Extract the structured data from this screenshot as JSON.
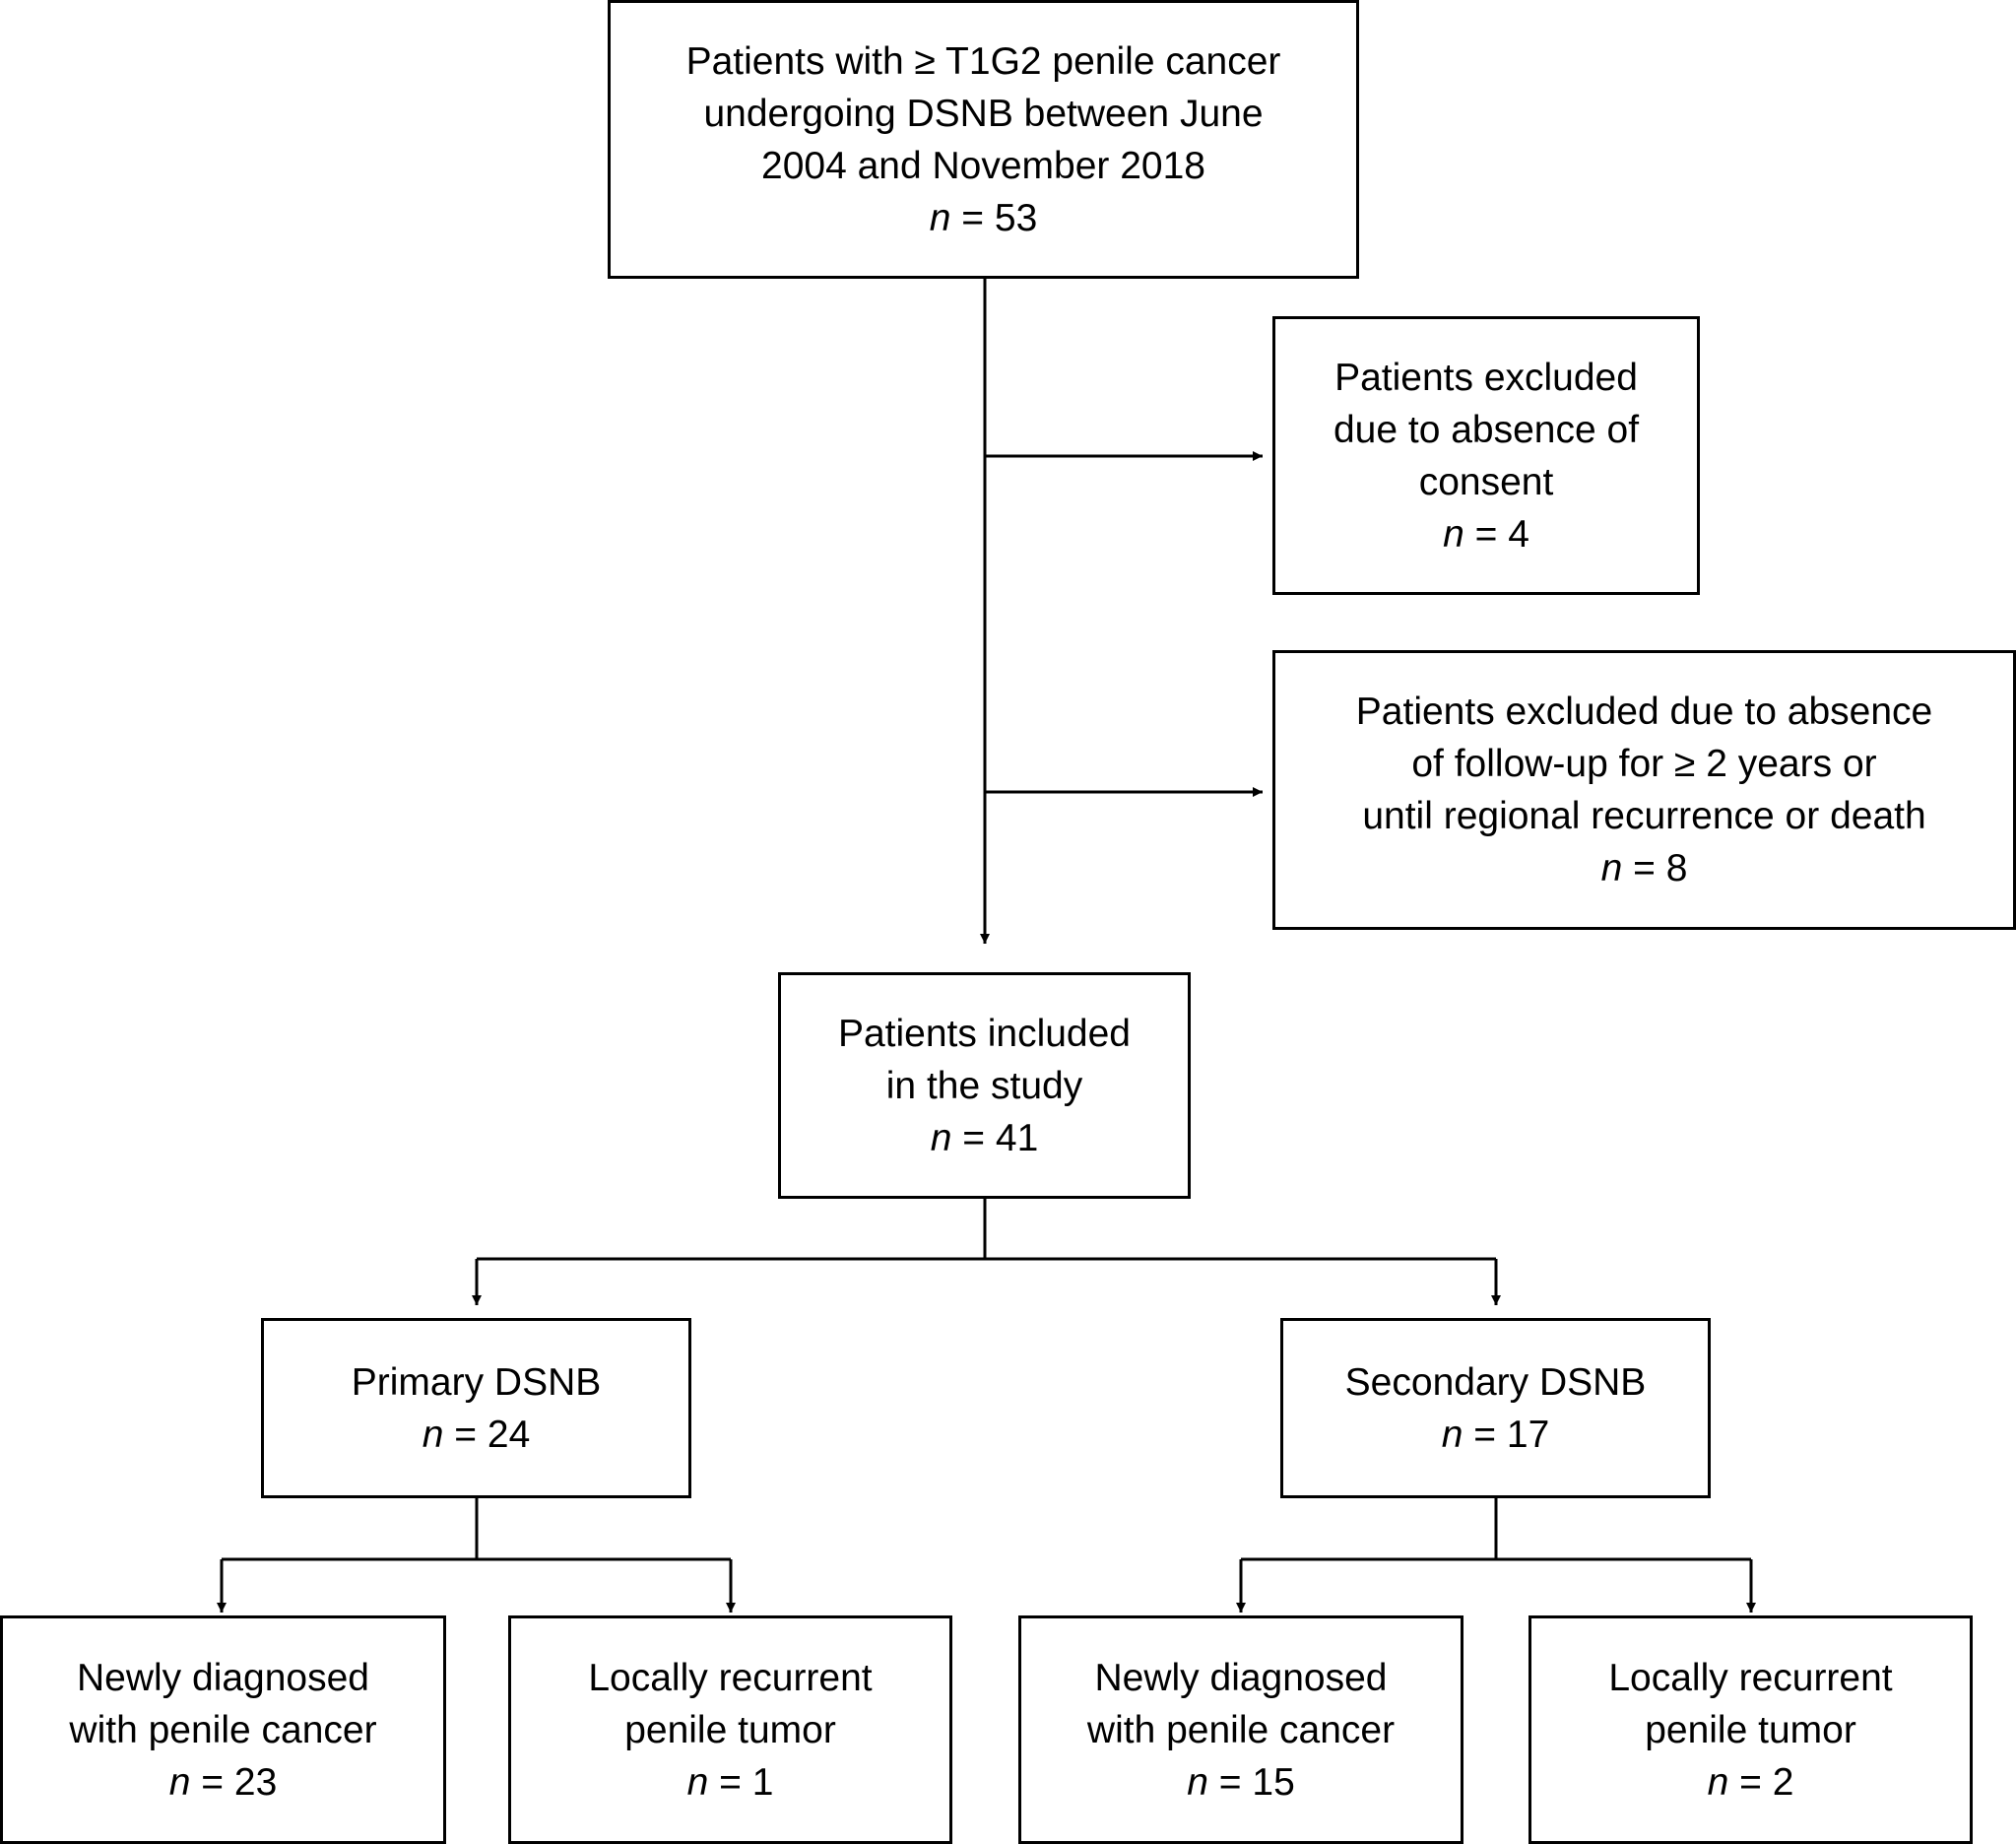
{
  "boxes": {
    "start": {
      "lines": [
        "Patients with ≥ T1G2 penile cancer",
        "undergoing DSNB between June",
        "2004 and November 2018"
      ],
      "n_symbol": "n",
      "n_value": "= 53"
    },
    "excluded_consent": {
      "lines": [
        "Patients excluded",
        "due to absence of",
        "consent"
      ],
      "n_symbol": "n",
      "n_value": "= 4"
    },
    "excluded_followup": {
      "lines": [
        "Patients excluded due to absence",
        "of follow-up for ≥ 2 years or",
        "until regional recurrence or death"
      ],
      "n_symbol": "n",
      "n_value": "= 8"
    },
    "included": {
      "lines": [
        "Patients included",
        "in the study"
      ],
      "n_symbol": "n",
      "n_value": "= 41"
    },
    "primary": {
      "lines": [
        "Primary DSNB"
      ],
      "n_symbol": "n",
      "n_value": "= 24"
    },
    "secondary": {
      "lines": [
        "Secondary DSNB"
      ],
      "n_symbol": "n",
      "n_value": "= 17"
    },
    "primary_new": {
      "lines": [
        "Newly diagnosed",
        "with penile cancer"
      ],
      "n_symbol": "n",
      "n_value": "= 23"
    },
    "primary_recurrent": {
      "lines": [
        "Locally recurrent",
        "penile tumor"
      ],
      "n_symbol": "n",
      "n_value": "= 1"
    },
    "secondary_new": {
      "lines": [
        "Newly diagnosed",
        "with penile cancer"
      ],
      "n_symbol": "n",
      "n_value": "= 15"
    },
    "secondary_recurrent": {
      "lines": [
        "Locally recurrent",
        "penile tumor"
      ],
      "n_symbol": "n",
      "n_value": "= 2"
    }
  },
  "line_color": "#000000"
}
